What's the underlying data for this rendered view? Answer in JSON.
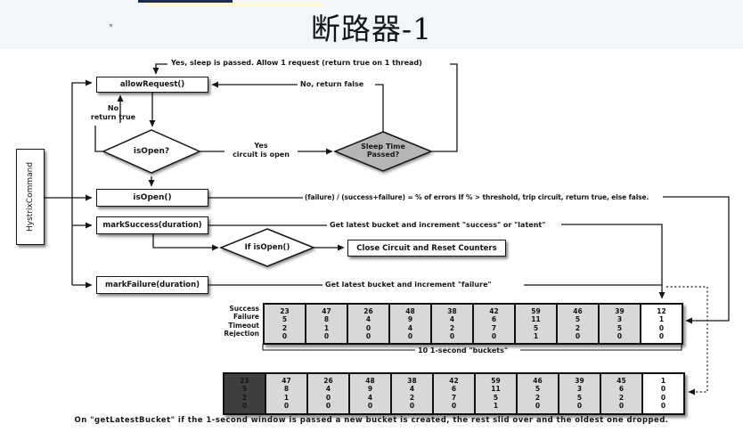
{
  "header": {
    "title": "断路器-1"
  },
  "colors": {
    "slide_band": "#f2f6fa",
    "diagram_bg": "#ffffff",
    "line": "#161616",
    "bucket_gray": "#d8d8d8",
    "bucket_dark": "#3f3f3f",
    "sleep_diamond_fill": "#b5b5b5",
    "artifact_dark_bar": "#1d2b4f",
    "artifact_cream_bar": "#fdf6d8"
  },
  "nodes": {
    "hystrix_command": "HystrixCommand",
    "allow_request": "allowRequest()",
    "is_open_decision": "isOpen?",
    "sleep_time_line1": "Sleep Time",
    "sleep_time_line2": "Passed?",
    "is_open_method": "isOpen()",
    "mark_success": "markSuccess(duration)",
    "if_is_open": "If isOpen()",
    "close_circuit": "Close Circuit and Reset Counters",
    "mark_failure": "markFailure(duration)"
  },
  "labels": {
    "yes_sleep_passed": "Yes, sleep is passed.  Allow 1 request (return true on 1 thread)",
    "no_return_false": "No, return false",
    "no_line1": "No",
    "no_line2": "return true",
    "yes_line1": "Yes",
    "yes_line2": "circuit is open",
    "error_formula": "(failure) / (success+failure) = % of errors   If % > threshold, trip circuit, return true, else false.",
    "get_success": "Get latest bucket and increment \"success\" or \"latent\"",
    "get_failure": "Get latest bucket and increment \"failure\""
  },
  "buckets": {
    "row_labels": [
      "Success",
      "Failure",
      "Timeout",
      "Rejection"
    ],
    "table1": [
      [
        23,
        5,
        2,
        0
      ],
      [
        47,
        8,
        1,
        0
      ],
      [
        26,
        4,
        0,
        0
      ],
      [
        48,
        9,
        4,
        0
      ],
      [
        38,
        4,
        2,
        0
      ],
      [
        42,
        6,
        7,
        0
      ],
      [
        59,
        11,
        5,
        1
      ],
      [
        46,
        5,
        2,
        0
      ],
      [
        39,
        3,
        5,
        0
      ],
      [
        12,
        1,
        0,
        0
      ]
    ],
    "table2": [
      [
        23,
        5,
        2,
        0
      ],
      [
        47,
        8,
        1,
        0
      ],
      [
        26,
        4,
        0,
        0
      ],
      [
        48,
        9,
        4,
        0
      ],
      [
        38,
        4,
        2,
        0
      ],
      [
        42,
        6,
        7,
        0
      ],
      [
        59,
        11,
        5,
        1
      ],
      [
        46,
        5,
        2,
        0
      ],
      [
        39,
        3,
        5,
        0
      ],
      [
        45,
        6,
        2,
        0
      ],
      [
        1,
        0,
        0,
        0
      ]
    ],
    "bracket_label": "10 1-second \"buckets\"",
    "caption": "On \"getLatestBucket\" if the 1-second window is passed a new bucket is created, the rest slid over and the oldest one dropped."
  }
}
